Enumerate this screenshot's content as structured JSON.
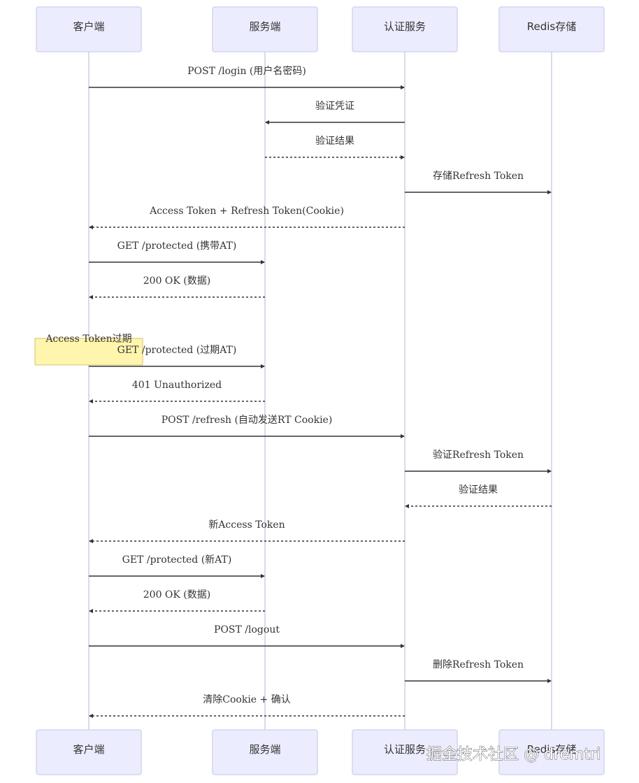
{
  "actors": [
    {
      "id": "client",
      "label": "客户端"
    },
    {
      "id": "server",
      "label": "服务端"
    },
    {
      "id": "auth",
      "label": "认证服务"
    },
    {
      "id": "redis",
      "label": "Redis存储"
    }
  ],
  "messages": [
    {
      "from": "client",
      "to": "auth",
      "label": "POST /login (用户名密码)",
      "dashed": false
    },
    {
      "from": "auth",
      "to": "server",
      "label": "验证凭证",
      "dashed": false
    },
    {
      "from": "server",
      "to": "auth",
      "label": "验证结果",
      "dashed": true
    },
    {
      "from": "auth",
      "to": "redis",
      "label": "存储Refresh Token",
      "dashed": false
    },
    {
      "from": "auth",
      "to": "client",
      "label": "Access Token + Refresh Token(Cookie)",
      "dashed": true
    },
    {
      "from": "client",
      "to": "server",
      "label": "GET /protected (携带AT)",
      "dashed": false
    },
    {
      "from": "server",
      "to": "client",
      "label": "200 OK (数据)",
      "dashed": true
    },
    {
      "note": true,
      "over": "client",
      "label": "Access Token过期"
    },
    {
      "from": "client",
      "to": "server",
      "label": "GET /protected (过期AT)",
      "dashed": false
    },
    {
      "from": "server",
      "to": "client",
      "label": "401 Unauthorized",
      "dashed": true
    },
    {
      "from": "client",
      "to": "auth",
      "label": "POST /refresh (自动发送RT Cookie)",
      "dashed": false
    },
    {
      "from": "auth",
      "to": "redis",
      "label": "验证Refresh Token",
      "dashed": false
    },
    {
      "from": "redis",
      "to": "auth",
      "label": "验证结果",
      "dashed": true
    },
    {
      "from": "auth",
      "to": "client",
      "label": "新Access Token",
      "dashed": true
    },
    {
      "from": "client",
      "to": "server",
      "label": "GET /protected (新AT)",
      "dashed": false
    },
    {
      "from": "server",
      "to": "client",
      "label": "200 OK (数据)",
      "dashed": true
    },
    {
      "from": "client",
      "to": "auth",
      "label": "POST /logout",
      "dashed": false
    },
    {
      "from": "auth",
      "to": "redis",
      "label": "删除Refresh Token",
      "dashed": false
    },
    {
      "from": "auth",
      "to": "client",
      "label": "清除Cookie + 确认",
      "dashed": true
    }
  ],
  "watermark": "掘金技术社区 @ dremtri",
  "colors": {
    "actor_fill": "#ececff",
    "actor_border": "#d4d4f0",
    "lifeline": "#d0d0e4",
    "message": "#333333",
    "note_fill": "#fff5ad",
    "note_border": "#d6c36b"
  }
}
